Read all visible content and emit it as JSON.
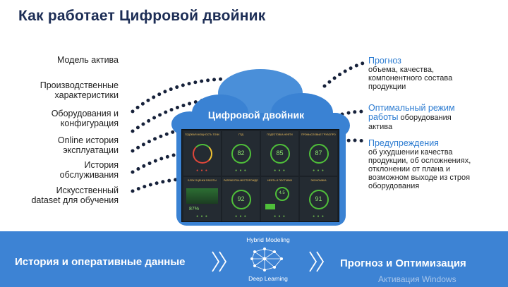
{
  "title": "Как работает Цифровой двойник",
  "left_items": [
    {
      "text": "Модель актива"
    },
    {
      "text": "Производственные\nхарактеристики"
    },
    {
      "text": "Оборудования и\nконфигурация"
    },
    {
      "text": "Online история\nэксплуатации"
    },
    {
      "text": "История\nобслуживания"
    },
    {
      "text": "Искусственный\ndataset для обучения"
    }
  ],
  "cloud": {
    "title": "Цифровой двойник"
  },
  "dashboard": {
    "tiles": [
      {
        "label": "ГОДОВАЯ МОЩНОСТЬ ТОЧКИ",
        "value": ""
      },
      {
        "label": "ГПД",
        "value": "82"
      },
      {
        "label": "ПОДГОТОВКА НЕФТИ",
        "value": "85"
      },
      {
        "label": "ПРОМЫСЛОВЫЕ ТРУБОПРОВОДЫ",
        "value": "87"
      },
      {
        "label": "БЛОК ОЦЕНКИ РАБОТЫ",
        "value": "87%"
      },
      {
        "label": "РАЗРАБОТКА МЕСТОРОЖДЕНИЙ",
        "value": "92"
      },
      {
        "label": "НЕФТЬ И ПОСТАВКИ",
        "value": "4.5"
      },
      {
        "label": "ЭКОНОМИКА",
        "value": "91"
      }
    ]
  },
  "right": {
    "forecast_title": "Прогноз",
    "forecast_text": "объема, качества,\nкомпонентного состава\nпродукции",
    "optimal_title_1": "Оптимальный режим",
    "optimal_title_2": "работы",
    "optimal_text_inline": " оборудования",
    "optimal_text": "актива",
    "warn_title": "Предупреждения",
    "warn_text": "об ухудшении качества\nпродукции, об осложнениях,\nотклонении от плана и\nвозможном выходе из строя\nоборудования"
  },
  "band": {
    "left": "История и оперативные данные",
    "hybrid": "Hybrid Modeling",
    "deep": "Deep Learning",
    "right": "Прогноз и Оптимизация"
  },
  "overlay": {
    "activation": "Активация Windows"
  },
  "colors": {
    "band": "#3d83d4",
    "accent": "#2b7bd1",
    "cloud": "#3a82d3",
    "title": "#1c2d55"
  }
}
